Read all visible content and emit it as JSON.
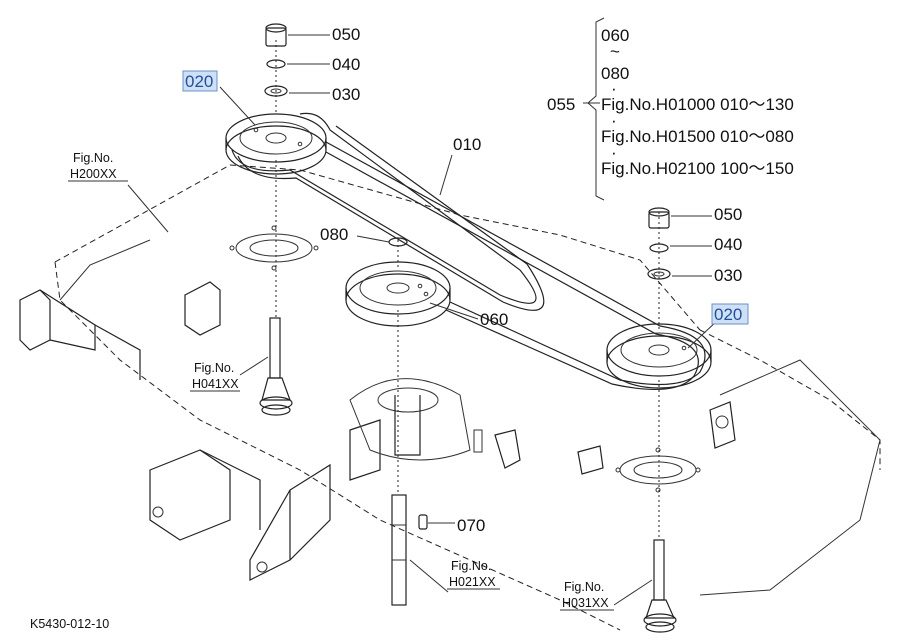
{
  "labels": {
    "part_050_top": "050",
    "part_040_top": "040",
    "part_030_top": "030",
    "part_020_left": "020",
    "part_010": "010",
    "part_080_mid": "080",
    "part_060": "060",
    "part_050_right": "050",
    "part_040_right": "040",
    "part_030_right": "030",
    "part_020_right": "020",
    "part_070": "070",
    "bracket_055": "055",
    "bracket_060": "060",
    "bracket_tilde": "~",
    "bracket_080": "080",
    "bracket_dot": "·",
    "bracket_line1": "Fig.No.H01000  010～130",
    "bracket_line2": "Fig.No.H01500  010～080",
    "bracket_line3": "Fig.No.H02100  100～150"
  },
  "figrefs": {
    "h200_a": "Fig.No.",
    "h200_b": "H200XX",
    "h041_a": "Fig.No.",
    "h041_b": "H041XX",
    "h021_a": "Fig.No.",
    "h021_b": "H021XX",
    "h031_a": "Fig.No.",
    "h031_b": "H031XX"
  },
  "footer": {
    "drawing_code": "K5430-012-10"
  }
}
